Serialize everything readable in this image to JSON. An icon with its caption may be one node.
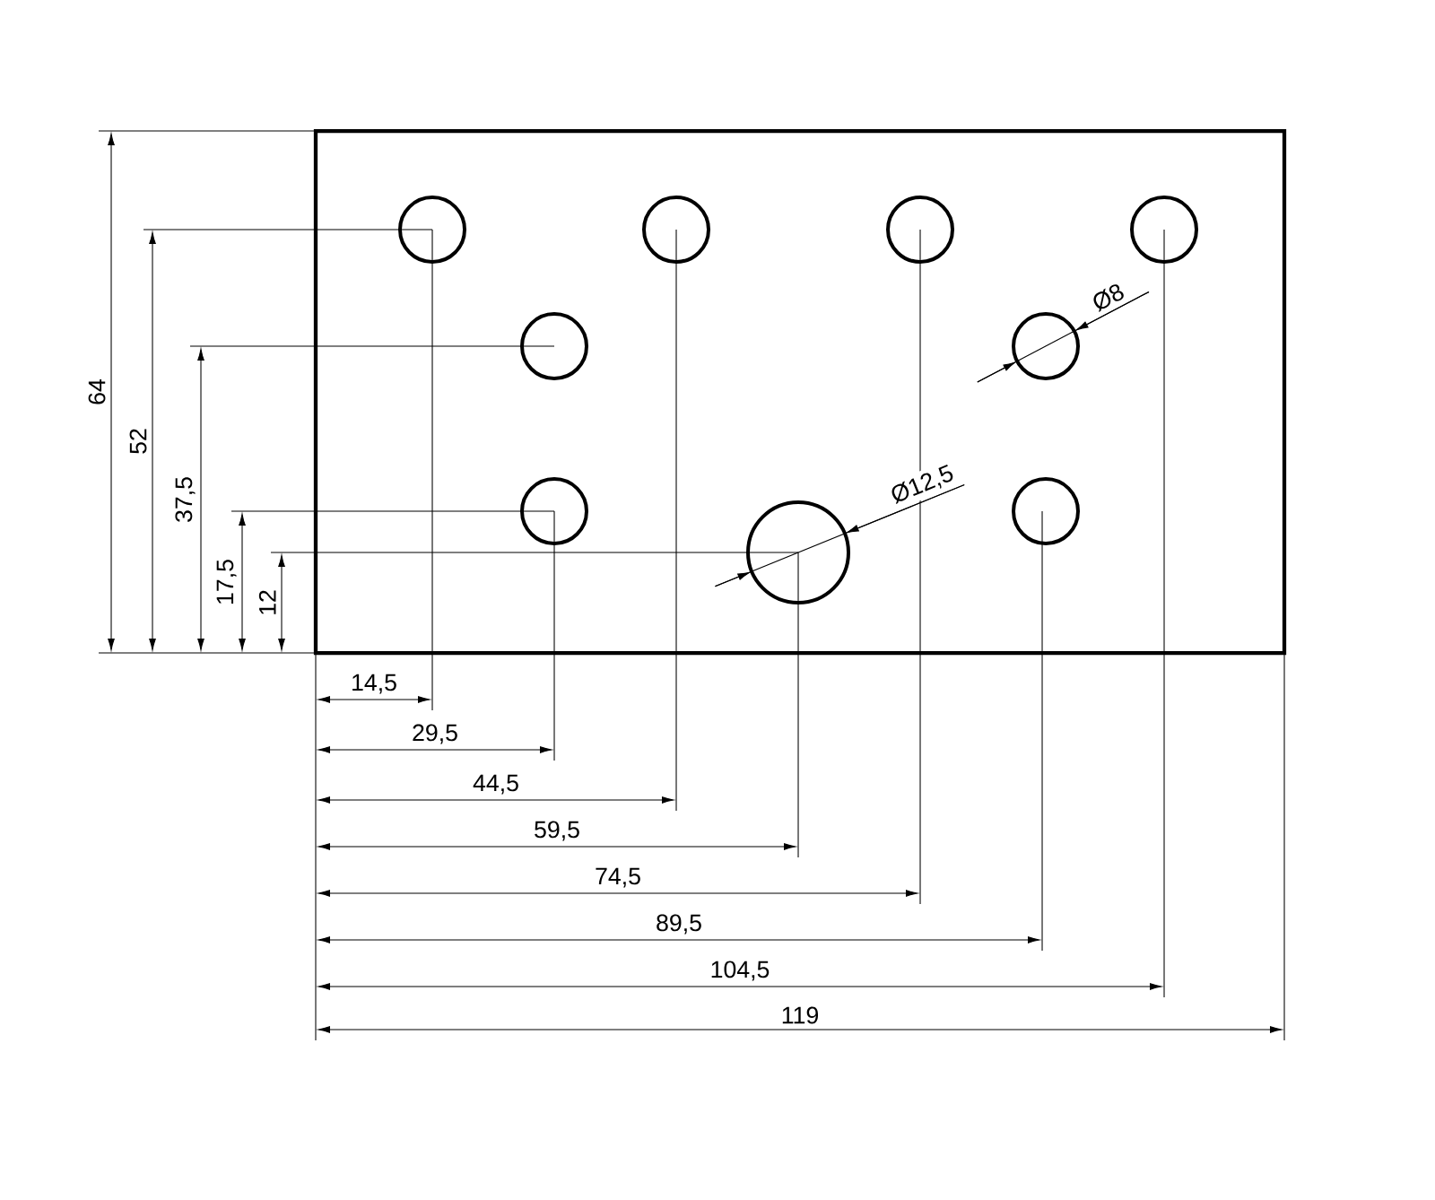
{
  "diagram": {
    "labels": [
      "64",
      "52",
      "37,5",
      "17,5",
      "12",
      "Ø8",
      "Ø12,5",
      "14,5",
      "29,5",
      "44,5",
      "59,5",
      "74,5",
      "89,5",
      "104,5",
      "119"
    ]
  }
}
